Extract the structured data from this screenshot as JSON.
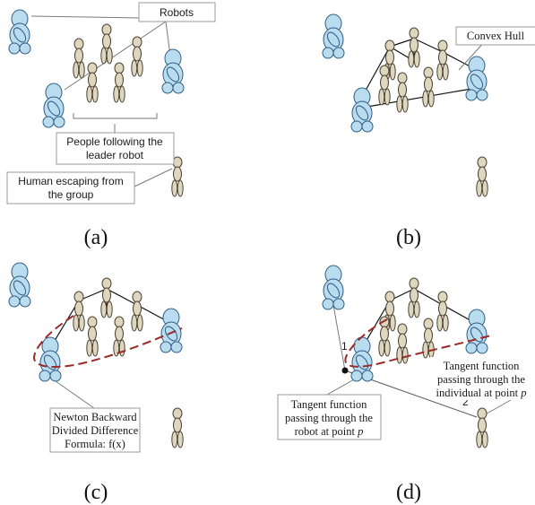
{
  "panels": {
    "a": {
      "caption": "(a)",
      "labels": {
        "robots": "Robots",
        "followers_1": "People following the",
        "followers_2": "leader robot",
        "escaping_1": "Human escaping from",
        "escaping_2": "the group"
      }
    },
    "b": {
      "caption": "(b)",
      "labels": {
        "hull": "Convex Hull"
      }
    },
    "c": {
      "caption": "(c)",
      "labels": {
        "newton_1": "Newton Backward",
        "newton_2": "Divided Difference",
        "newton_3": "Formula: f(x)"
      }
    },
    "d": {
      "caption": "(d)",
      "labels": {
        "tan_ind_1": "Tangent function",
        "tan_ind_2": "passing through the",
        "tan_ind_3": "individual at point ",
        "tan_rob_1": "Tangent function",
        "tan_rob_2": "passing through the",
        "tan_rob_3": "robot at point ",
        "point_var": "p",
        "marker_1": "1",
        "marker_2": "2"
      }
    }
  },
  "colors": {
    "robot_fill": "#b9dcef",
    "robot_stroke": "#2f5d86",
    "person_fill": "#ded6be",
    "person_stroke": "#4a4232",
    "curve": "#9b2a28"
  }
}
